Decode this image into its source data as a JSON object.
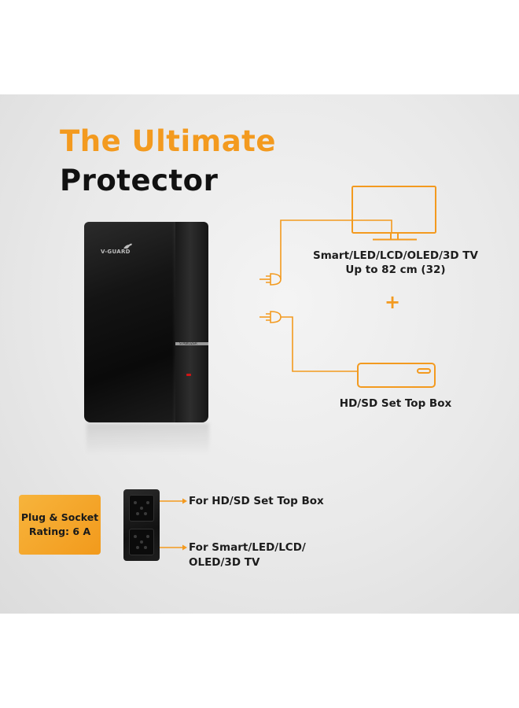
{
  "heading": {
    "line1": "The Ultimate",
    "line2": "Protector"
  },
  "device": {
    "brand": "V-GUARD",
    "strip_label": "STABILIZER",
    "led_color": "#d01515"
  },
  "outputs": {
    "tv": {
      "label_line1": "Smart/LED/LCD/OLED/3D TV",
      "label_line2": "Up to 82 cm (32)",
      "icon": "tv-icon"
    },
    "separator": "+",
    "set_top_box": {
      "label": "HD/SD Set Top Box",
      "icon": "set-top-box-icon"
    }
  },
  "rating": {
    "line1": "Plug & Socket",
    "line2": "Rating: 6 A"
  },
  "sockets": {
    "top_label": "For HD/SD Set Top Box",
    "bottom_label_line1": "For Smart/LED/LCD/",
    "bottom_label_line2": "OLED/3D TV"
  },
  "colors": {
    "accent": "#f39a1f",
    "text": "#1c1c1c",
    "background": "#e9e9e9"
  }
}
